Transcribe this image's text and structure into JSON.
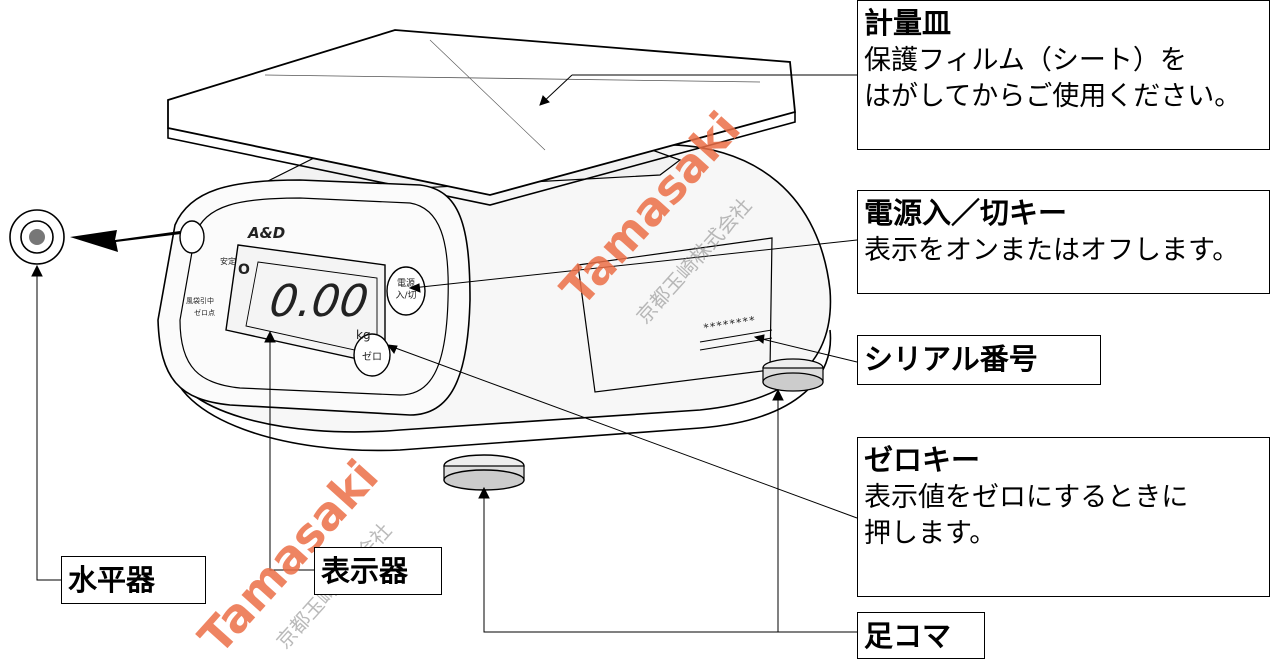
{
  "labels": {
    "pan": {
      "title": "計量皿",
      "desc1": "保護フィルム（シート）を",
      "desc2": "はがしてからご使用ください。"
    },
    "power": {
      "title": "電源入／切キー",
      "desc1": "表示をオンまたはオフします。"
    },
    "serial": {
      "title": "シリアル番号"
    },
    "zero": {
      "title": "ゼロキー",
      "desc1": "表示値をゼロにするときに",
      "desc2": "押します。"
    },
    "level": {
      "title": "水平器"
    },
    "display": {
      "title": "表示器"
    },
    "feet": {
      "title": "足コマ"
    }
  },
  "scale": {
    "brand": "A&D",
    "reading": "0.00",
    "unit": "kg",
    "indicator_stable": "安定",
    "indicator_line1": "風袋引中",
    "indicator_line2": "ゼロ点",
    "power_key": "電源入/切",
    "zero_key": "ゼロ",
    "serial_mask": "********"
  },
  "watermark": {
    "brand": "Tamasaki",
    "company": "京都玉崎株式会社"
  },
  "colors": {
    "watermark": "#eb6e46",
    "outline": "#000000"
  }
}
